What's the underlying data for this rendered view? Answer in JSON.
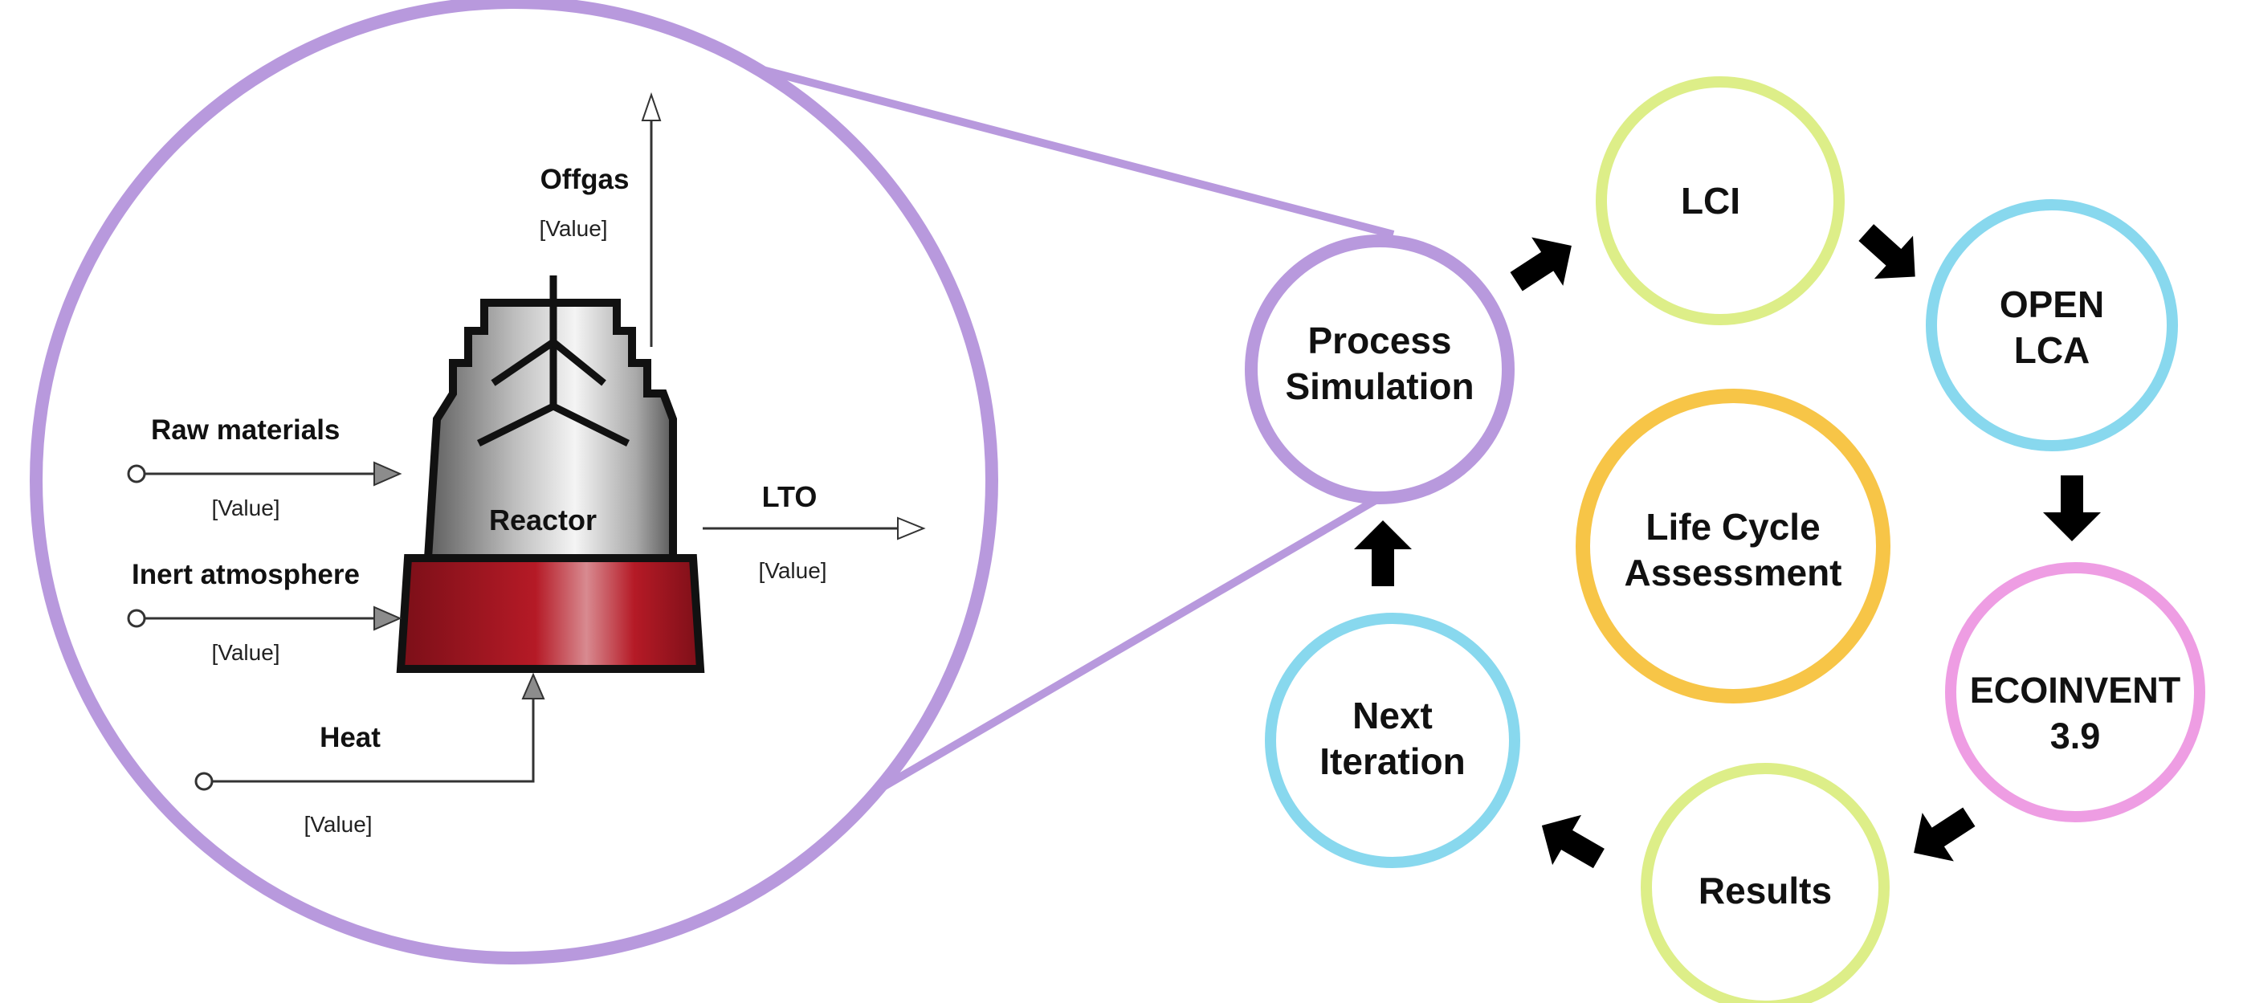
{
  "colors": {
    "zoom": "#B899DD",
    "lci": "#DDEE88",
    "openlca": "#88D8EE",
    "ecoinvent": "#EE9DE3",
    "results": "#DDEE88",
    "next_iteration": "#88D8EE",
    "center": "#F7C547",
    "arrow": "#000000",
    "reactor_liquid": "#A8141F"
  },
  "reactor": {
    "label": "Reactor",
    "streams": {
      "raw_materials": {
        "label": "Raw materials",
        "value": "[Value]"
      },
      "inert_atmosphere": {
        "label": "Inert atmosphere",
        "value": "[Value]"
      },
      "heat": {
        "label": "Heat",
        "value": "[Value]"
      },
      "offgas": {
        "label": "Offgas",
        "value": "[Value]"
      },
      "lto": {
        "label": "LTO",
        "value": "[Value]"
      }
    }
  },
  "cycle": {
    "process_simulation": {
      "line1": "Process",
      "line2": "Simulation"
    },
    "lci": {
      "line1": "LCI"
    },
    "open_lca": {
      "line1": "OPEN",
      "line2": "LCA"
    },
    "ecoinvent": {
      "line1": "ECOINVENT",
      "line2": "3.9"
    },
    "results": {
      "line1": "Results"
    },
    "next_iteration": {
      "line1": "Next",
      "line2": "Iteration"
    },
    "center": {
      "line1": "Life Cycle",
      "line2": "Assessment"
    }
  }
}
